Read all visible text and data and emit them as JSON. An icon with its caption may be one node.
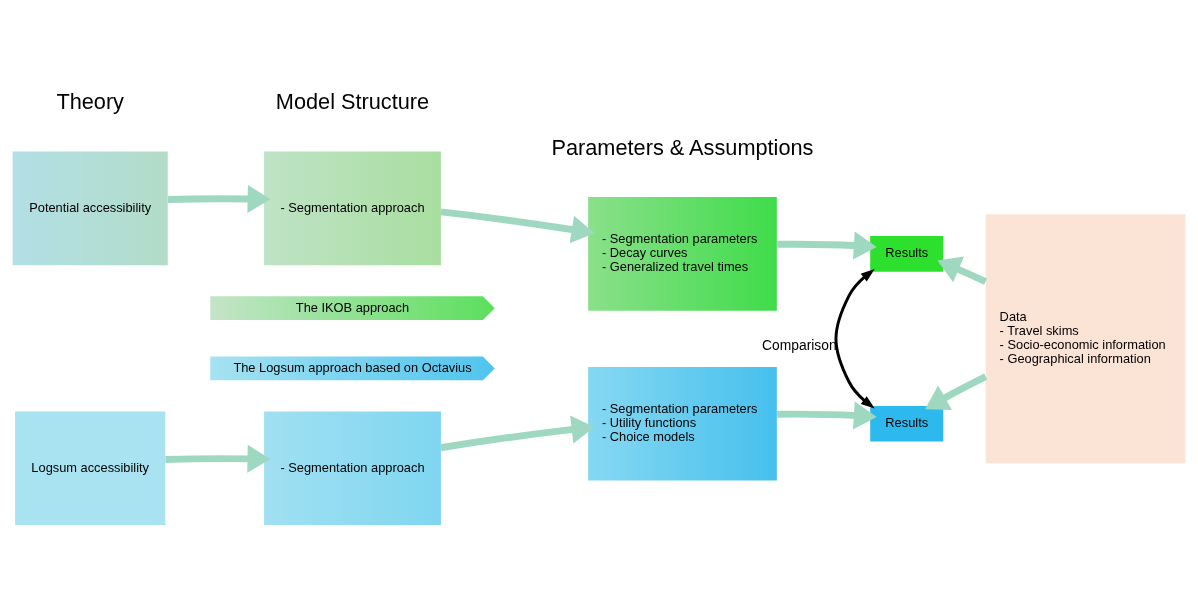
{
  "diagram": {
    "nodes": [
      {
        "text": [
          "Potential accessibility"
        ]
      },
      {
        "text": [
          "- Segmentation approach"
        ]
      },
      {
        "text": [
          "- Segmentation parameters",
          "- Decay curves",
          "- Generalized travel times"
        ]
      },
      {
        "text": [
          "Results"
        ]
      },
      {
        "text": [
          "Data",
          "- Travel skims",
          "- Socio-economic information",
          "- Geographical information"
        ]
      },
      {
        "text": [
          "The IKOB approach"
        ]
      },
      {
        "text": [
          "The Logsum approach based on Octavius"
        ]
      },
      {
        "text": [
          "Logsum accessibility"
        ]
      },
      {
        "text": [
          "- Segmentation approach"
        ]
      },
      {
        "text": [
          "- Segmentation parameters",
          "- Utility functions",
          "- Choice models"
        ]
      },
      {
        "text": [
          "Results"
        ]
      }
    ],
    "edges": [
      {
        "from": 0,
        "to": 1,
        "arrow": "to"
      },
      {
        "from": 1,
        "to": 2,
        "arrow": "to"
      },
      {
        "from": 2,
        "to": 3,
        "arrow": "to"
      },
      {
        "from": 4,
        "to": 3,
        "arrow": "to"
      },
      {
        "from": 3,
        "to": 10,
        "arrow": "both",
        "label": "Comparison",
        "color": "#000000"
      },
      {
        "from": 7,
        "to": 8,
        "arrow": "to"
      },
      {
        "from": 8,
        "to": 9,
        "arrow": "to"
      },
      {
        "from": 9,
        "to": 10,
        "arrow": "to"
      },
      {
        "from": 4,
        "to": 10,
        "arrow": "to"
      }
    ],
    "labels": [
      "Theory",
      "Model Structure",
      "Parameters & Assumptions"
    ]
  }
}
